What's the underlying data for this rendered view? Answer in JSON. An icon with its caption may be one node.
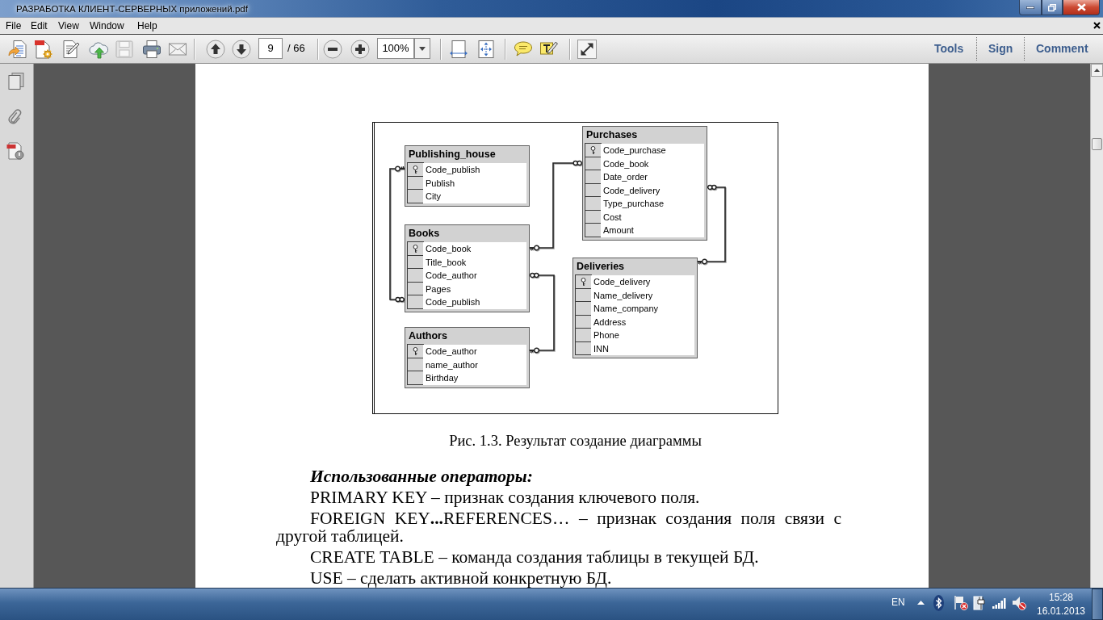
{
  "diagram": {
    "caption": "Рис. 1.3. Результат создание диаграммы",
    "nodes": [
      {
        "text": [
          "Publishing_house",
          "Code_publish",
          "Publish",
          "City"
        ]
      },
      {
        "text": [
          "Books",
          "Code_book",
          "Title_book",
          "Code_author",
          "Pages",
          "Code_publish"
        ]
      },
      {
        "text": [
          "Authors",
          "Code_author",
          "name_author",
          "Birthday"
        ]
      },
      {
        "text": [
          "Purchases",
          "Code_purchase",
          "Code_book",
          "Date_order",
          "Code_delivery",
          "Type_purchase",
          "Cost",
          "Amount"
        ]
      },
      {
        "text": [
          "Deliveries",
          "Code_delivery",
          "Name_delivery",
          "Name_company",
          "Address",
          "Phone",
          "INN"
        ]
      }
    ],
    "edges": [
      {
        "from": 0,
        "to": 1,
        "arrow": "other"
      },
      {
        "from": 1,
        "to": 3,
        "arrow": "other"
      },
      {
        "from": 2,
        "to": 1,
        "arrow": "other"
      },
      {
        "from": 4,
        "to": 3,
        "arrow": "other"
      }
    ],
    "labels": [
      "РАЗРАБОТКА КЛИЕНТ-СЕРВЕРНЫХ приложений.pdf",
      "File",
      "Edit",
      "View",
      "Window",
      "Help",
      "9",
      "/ 66",
      "100%",
      "Tools",
      "Sign",
      "Comment",
      "Использованные операторы:",
      "PRIMARY KEY – признак создания ключевого поля.",
      "FOREIGN KEY**...**REFERENCES… – признак создания поля связи с другой таблицей.",
      "CREATE TABLE – команда создания таблицы в текущей БД.",
      "USE – сделать активной конкретную БД.",
      "EN",
      "15:28",
      "16.01.2013"
    ]
  }
}
